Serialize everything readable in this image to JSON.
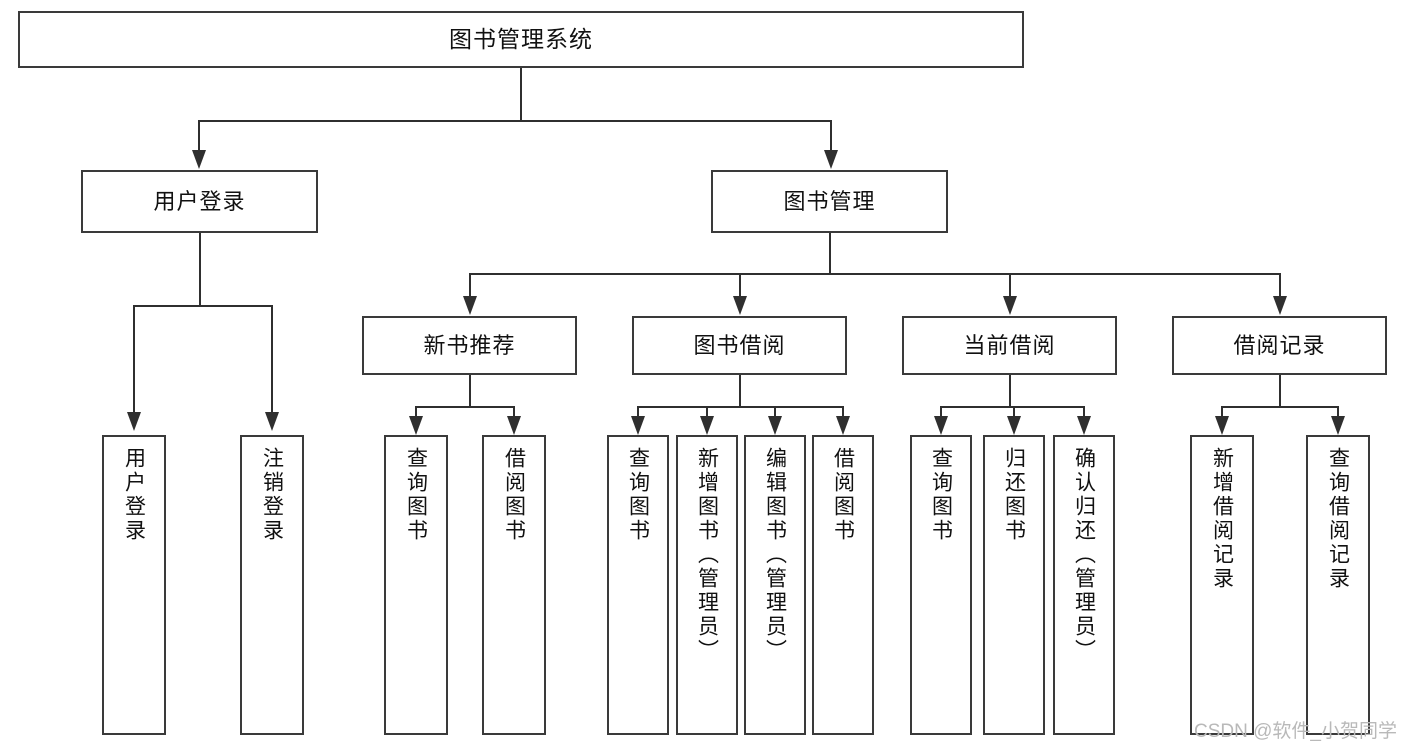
{
  "diagram": {
    "title": "图书管理系统",
    "type": "tree-structure-chart",
    "watermark": "CSDN @软件_小贺同学",
    "root": {
      "id": "root",
      "label": "图书管理系统"
    },
    "level2": [
      {
        "id": "user-login",
        "label": "用户登录"
      },
      {
        "id": "book-manage",
        "label": "图书管理"
      }
    ],
    "level3": [
      {
        "id": "new-book-rec",
        "label": "新书推荐",
        "parent": "book-manage"
      },
      {
        "id": "book-borrow",
        "label": "图书借阅",
        "parent": "book-manage"
      },
      {
        "id": "current-borrow",
        "label": "当前借阅",
        "parent": "book-manage"
      },
      {
        "id": "borrow-record",
        "label": "借阅记录",
        "parent": "book-manage"
      }
    ],
    "leaves": {
      "user_login": [
        {
          "id": "leaf-user-login",
          "label": "用户登录"
        },
        {
          "id": "leaf-logout",
          "label": "注销登录"
        }
      ],
      "new_book_rec": [
        {
          "id": "leaf-query-book-1",
          "label": "查询图书"
        },
        {
          "id": "leaf-borrow-book-1",
          "label": "借阅图书"
        }
      ],
      "book_borrow": [
        {
          "id": "leaf-query-book-2",
          "label": "查询图书"
        },
        {
          "id": "leaf-add-book",
          "label": "新增图书（管理员）"
        },
        {
          "id": "leaf-edit-book",
          "label": "编辑图书（管理员）"
        },
        {
          "id": "leaf-borrow-book-2",
          "label": "借阅图书"
        }
      ],
      "current_borrow": [
        {
          "id": "leaf-query-book-3",
          "label": "查询图书"
        },
        {
          "id": "leaf-return-book",
          "label": "归还图书"
        },
        {
          "id": "leaf-confirm-return",
          "label": "确认归还（管理员）"
        }
      ],
      "borrow_record": [
        {
          "id": "leaf-add-record",
          "label": "新增借阅记录"
        },
        {
          "id": "leaf-query-record",
          "label": "查询借阅记录"
        }
      ]
    },
    "colors": {
      "stroke": "#3a3a3a",
      "connector": "#2f2f2f",
      "background": "#ffffff",
      "text": "#111111",
      "watermark": "#b9b9b9"
    }
  }
}
